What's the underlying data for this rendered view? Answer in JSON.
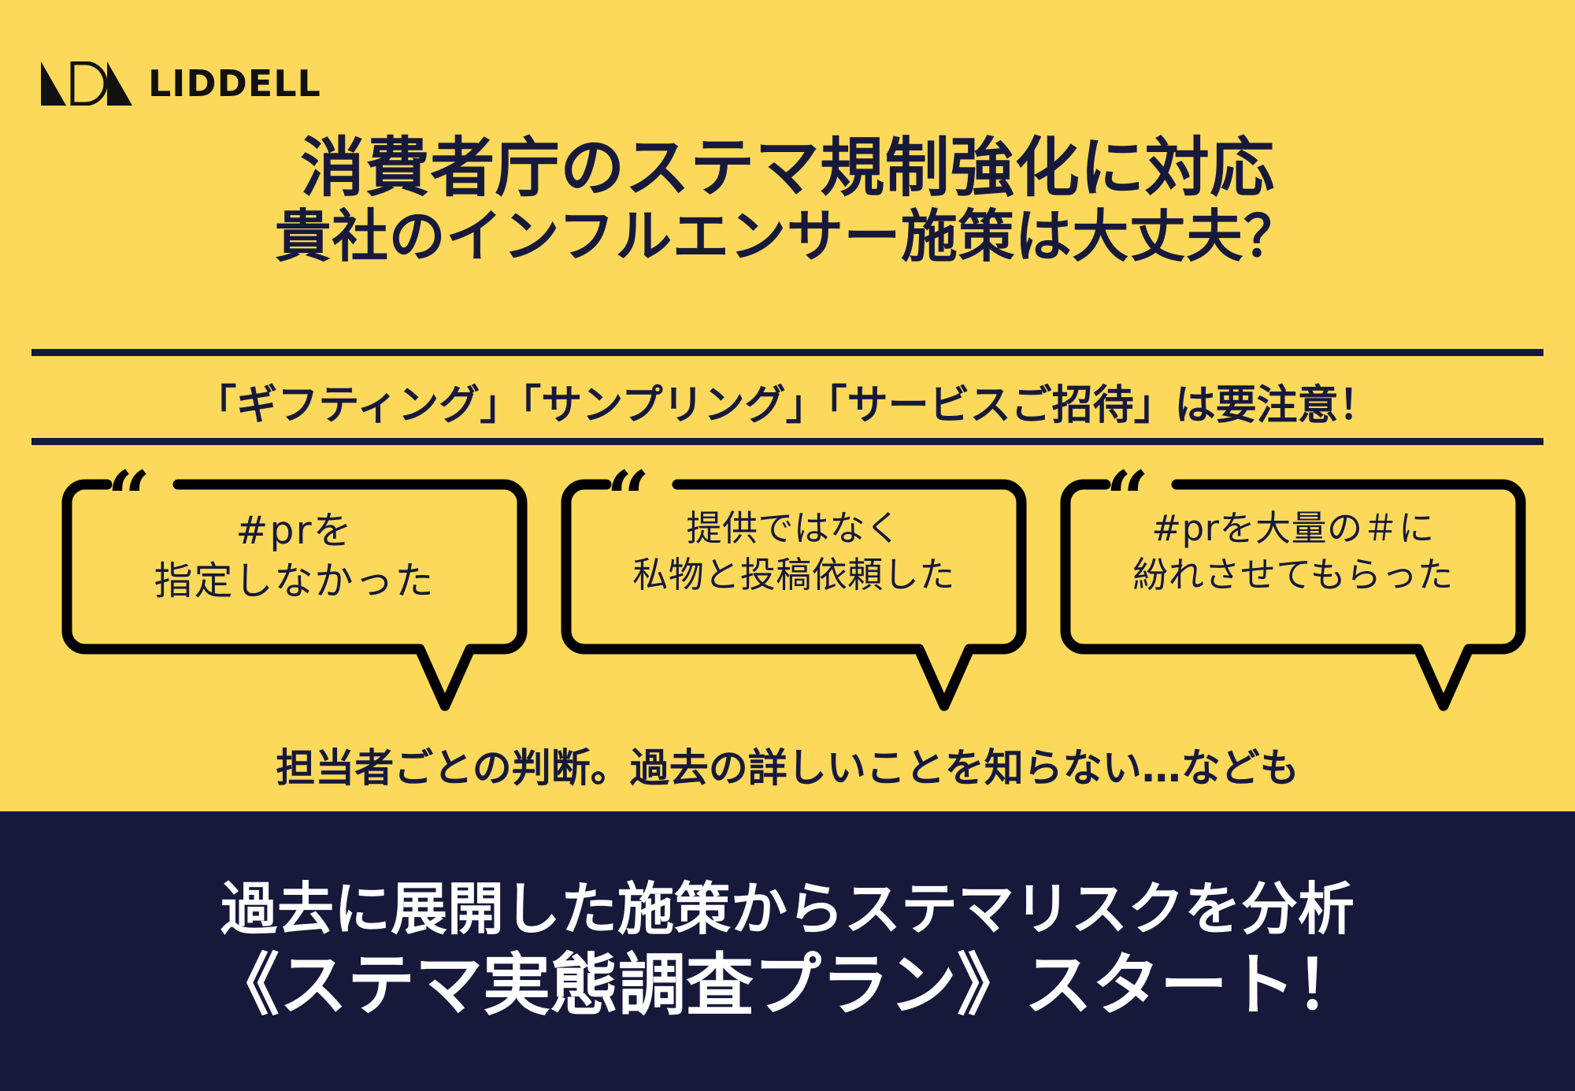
{
  "colors": {
    "background_yellow": "#FCD95B",
    "navy": "#17193B",
    "black": "#000000",
    "white": "#FFFFFF"
  },
  "logo": {
    "mark_name": "liddell-triangle-mark",
    "wordmark": "LIDDELL"
  },
  "title": {
    "line1": "消費者庁のステマ規制強化に対応",
    "line2": "貴社のインフルエンサー施策は大丈夫？"
  },
  "band": {
    "text": "「ギフティング」「サンプリング」「サービスご招待」は要注意！"
  },
  "bubbles": [
    {
      "quote_glyph": "“",
      "text": "#prを\n指定しなかった",
      "has_tail": true
    },
    {
      "quote_glyph": "“",
      "text": "提供ではなく\n私物と投稿依頼した",
      "has_tail": true
    },
    {
      "quote_glyph": "“",
      "text": "#prを大量の＃に\n紛れさせてもらった",
      "has_tail": true
    }
  ],
  "caption": {
    "text": "担当者ごとの判断。過去の詳しいことを知らない…なども"
  },
  "footer": {
    "line1": "過去に展開した施策からステマリスクを分析",
    "line2": "《ステマ実態調査プラン》スタート！"
  }
}
